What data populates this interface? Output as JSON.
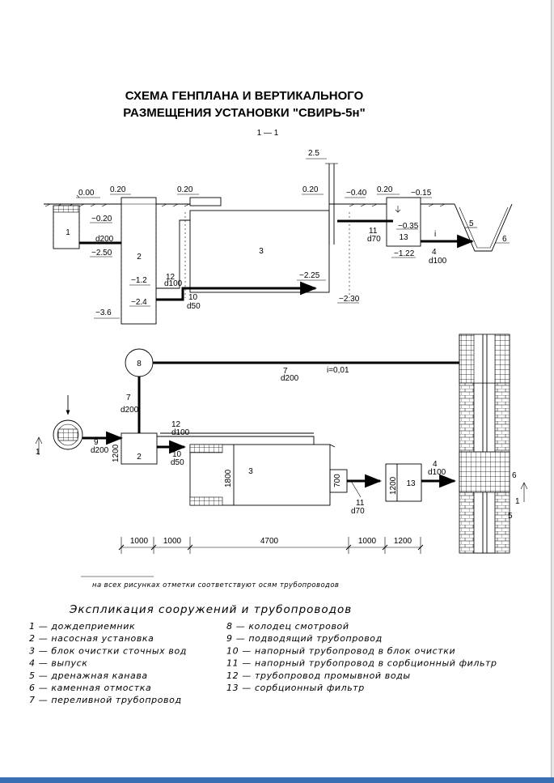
{
  "title": {
    "line1": "СХЕМА ГЕНПЛАНА И ВЕРТИКАЛЬНОГО",
    "line2": "РАЗМЕЩЕНИЯ УСТАНОВКИ \"СВИРЬ-5н\""
  },
  "section_label": "1 — 1",
  "section": {
    "elevations": {
      "e_000": "0.00",
      "e_020a": "0.20",
      "e_020b": "0.20",
      "e_020c": "0.20",
      "e_020d": "0.20",
      "e_m020": "−0.20",
      "e_m250": "−2.50",
      "e_m12": "−1.2",
      "e_m24": "−2.4",
      "e_m36": "−3.6",
      "e_25": "2.5",
      "e_m040": "−0.40",
      "e_m015": "−0.15",
      "e_m035": "−0.35",
      "e_m122": "−1.22",
      "e_m225": "−2.25",
      "e_m230": "−2.30"
    },
    "labels": {
      "n1": "1",
      "n2": "2",
      "n3": "3",
      "n13": "13",
      "n5": "5",
      "n6": "6",
      "d200": "d200",
      "n12": "12",
      "d100": "d100",
      "n10": "10",
      "d50": "d50",
      "n11": "11",
      "d70": "d70",
      "n4": "4",
      "d100b": "d100",
      "flow_i": "i"
    }
  },
  "plan": {
    "labels": {
      "n8": "8",
      "n7a": "7",
      "d200a": "d200",
      "slope": "i=0,01",
      "n7b": "7",
      "d200b": "d200",
      "n9": "9",
      "d200c": "d200",
      "n1200a": "1200",
      "n2": "2",
      "n12": "12",
      "d100": "d100",
      "n10": "10",
      "d50": "d50",
      "n3": "3",
      "n1800": "1800",
      "n700": "700",
      "n11": "11",
      "d70": "d70",
      "n1200b": "1200",
      "n13": "13",
      "n4": "4",
      "d100b": "d100",
      "n6": "6",
      "n5": "5",
      "sec_1a": "1",
      "sec_1b": "1"
    },
    "dimensions": [
      "1000",
      "1000",
      "4700",
      "1000",
      "1200"
    ]
  },
  "footnote": "на всех рисунках отметки соответствуют осям трубопроводов",
  "legend": {
    "title": "Экспликация сооружений и трубопроводов",
    "left": [
      "1  —  дождеприемник",
      "2  —  насосная установка",
      "3  —  блок очистки сточных вод",
      "4  —  выпуск",
      "5  —  дренажная канава",
      "6  —  каменная отмостка",
      "7  —  переливной трубопровод"
    ],
    "right": [
      "8  —  колодец смотровой",
      "9  —  подводящий трубопровод",
      "10  —  напорный трубопровод в блок очистки",
      "11  —  напорный  трубопровод в сорбционный фильтр",
      "12  —  трубопровод промывной воды",
      "13  —  сорбционный фильтр"
    ]
  }
}
